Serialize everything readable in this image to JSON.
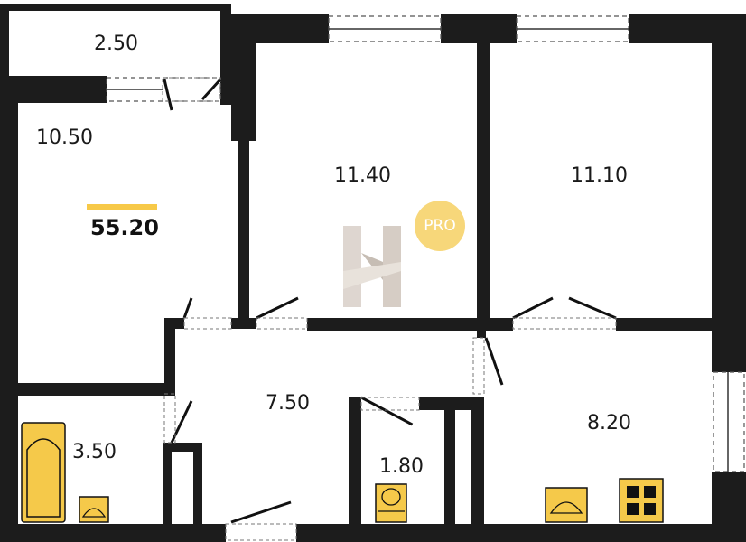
{
  "plan": {
    "total_area": "55.20",
    "rooms": [
      {
        "id": "balcony",
        "area": "2.50"
      },
      {
        "id": "kitchen",
        "area": "10.50"
      },
      {
        "id": "room-1",
        "area": "11.40"
      },
      {
        "id": "room-2",
        "area": "11.10"
      },
      {
        "id": "hall",
        "area": "7.50"
      },
      {
        "id": "bathroom",
        "area": "3.50"
      },
      {
        "id": "toilet",
        "area": "1.80"
      },
      {
        "id": "room-3",
        "area": "8.20"
      }
    ],
    "badge": "PRO"
  },
  "colors": {
    "wall": "#1c1c1c",
    "fixture": "#f5c94a",
    "accent_bar": "#f7c948",
    "badge": "#f7d77a",
    "watermark": "#d9d0c8"
  }
}
